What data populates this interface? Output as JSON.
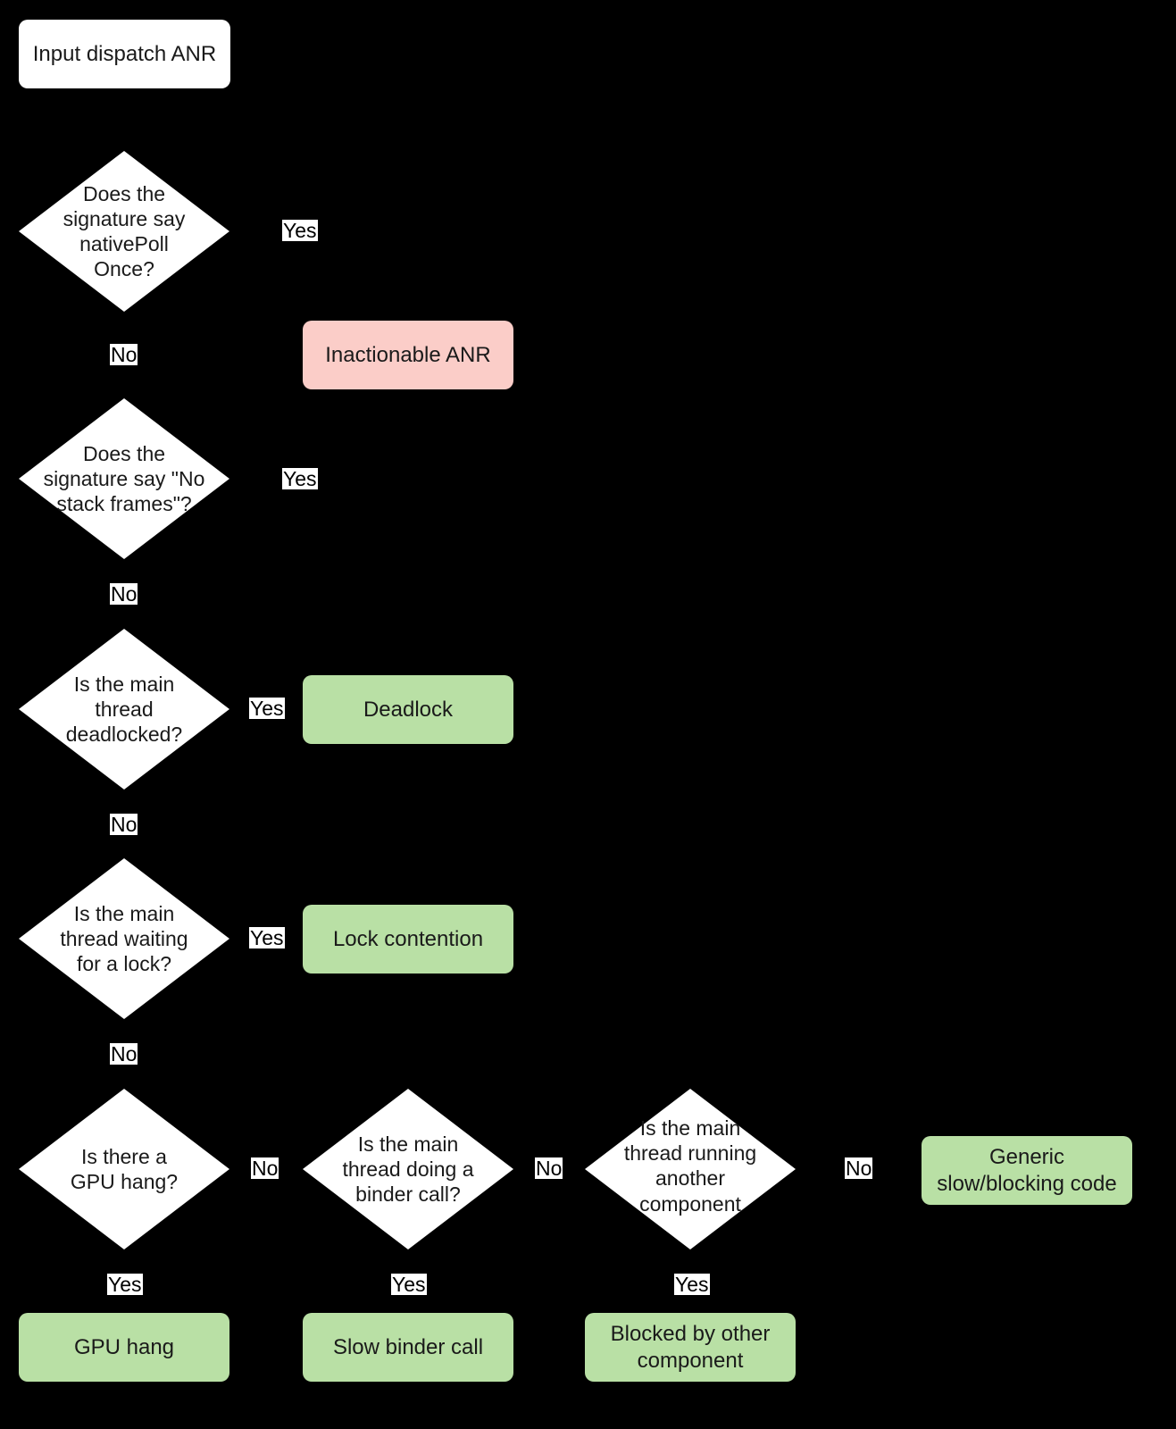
{
  "diagram": {
    "title": "Input dispatch ANR triage flowchart",
    "background_color": "#000000",
    "palette": {
      "decision_fill": "#ffffff",
      "start_fill": "#ffffff",
      "inactionable_fill": "#fbcdc8",
      "actionable_fill": "#b9e0a5",
      "text_color": "#1a1a1a",
      "edge_label_fill": "#ffffff"
    },
    "nodes": {
      "start": {
        "label": "Input dispatch ANR",
        "shape": "rounded-rect",
        "fill": "white"
      },
      "q_native_poll": {
        "label": "Does the\nsignature say\nnativePoll\nOnce?",
        "shape": "diamond",
        "fill": "white"
      },
      "inactionable_anr": {
        "label": "Inactionable ANR",
        "shape": "rounded-rect",
        "fill": "pink"
      },
      "q_no_stack_frames": {
        "label": "Does the\nsignature say \"No\nstack frames\"?",
        "shape": "diamond",
        "fill": "white"
      },
      "q_deadlocked": {
        "label": "Is the main\nthread\ndeadlocked?",
        "shape": "diamond",
        "fill": "white"
      },
      "deadlock": {
        "label": "Deadlock",
        "shape": "rounded-rect",
        "fill": "green"
      },
      "q_waiting_lock": {
        "label": "Is the main\nthread waiting\nfor a lock?",
        "shape": "diamond",
        "fill": "white"
      },
      "lock_contention": {
        "label": "Lock contention",
        "shape": "rounded-rect",
        "fill": "green"
      },
      "q_gpu_hang": {
        "label": "Is there a\nGPU hang?",
        "shape": "diamond",
        "fill": "white"
      },
      "gpu_hang": {
        "label": "GPU hang",
        "shape": "rounded-rect",
        "fill": "green"
      },
      "q_binder_call": {
        "label": "Is the main\nthread doing a\nbinder call?",
        "shape": "diamond",
        "fill": "white"
      },
      "slow_binder_call": {
        "label": "Slow binder call",
        "shape": "rounded-rect",
        "fill": "green"
      },
      "q_other_component": {
        "label": "Is the main\nthread running\nanother\ncomponent",
        "shape": "diamond",
        "fill": "white"
      },
      "blocked_by_other": {
        "label": "Blocked by other\ncomponent",
        "shape": "rounded-rect",
        "fill": "green"
      },
      "generic_slow": {
        "label": "Generic\nslow/blocking code",
        "shape": "rounded-rect",
        "fill": "green"
      }
    },
    "edge_labels": {
      "native_poll_yes": "Yes",
      "native_poll_no": "No",
      "no_stack_frames_yes": "Yes",
      "no_stack_frames_no": "No",
      "deadlocked_yes": "Yes",
      "deadlocked_no": "No",
      "waiting_lock_yes": "Yes",
      "waiting_lock_no": "No",
      "gpu_hang_no": "No",
      "gpu_hang_yes": "Yes",
      "binder_call_no": "No",
      "binder_call_yes": "Yes",
      "other_component_no": "No",
      "other_component_yes": "Yes"
    },
    "edges": [
      {
        "from": "start",
        "to": "q_native_poll",
        "label": ""
      },
      {
        "from": "q_native_poll",
        "to": "inactionable_anr",
        "label": "Yes"
      },
      {
        "from": "q_native_poll",
        "to": "q_no_stack_frames",
        "label": "No"
      },
      {
        "from": "q_no_stack_frames",
        "to": "inactionable_anr",
        "label": "Yes"
      },
      {
        "from": "q_no_stack_frames",
        "to": "q_deadlocked",
        "label": "No"
      },
      {
        "from": "q_deadlocked",
        "to": "deadlock",
        "label": "Yes"
      },
      {
        "from": "q_deadlocked",
        "to": "q_waiting_lock",
        "label": "No"
      },
      {
        "from": "q_waiting_lock",
        "to": "lock_contention",
        "label": "Yes"
      },
      {
        "from": "q_waiting_lock",
        "to": "q_gpu_hang",
        "label": "No"
      },
      {
        "from": "q_gpu_hang",
        "to": "gpu_hang",
        "label": "Yes"
      },
      {
        "from": "q_gpu_hang",
        "to": "q_binder_call",
        "label": "No"
      },
      {
        "from": "q_binder_call",
        "to": "slow_binder_call",
        "label": "Yes"
      },
      {
        "from": "q_binder_call",
        "to": "q_other_component",
        "label": "No"
      },
      {
        "from": "q_other_component",
        "to": "blocked_by_other",
        "label": "Yes"
      },
      {
        "from": "q_other_component",
        "to": "generic_slow",
        "label": "No"
      }
    ]
  }
}
